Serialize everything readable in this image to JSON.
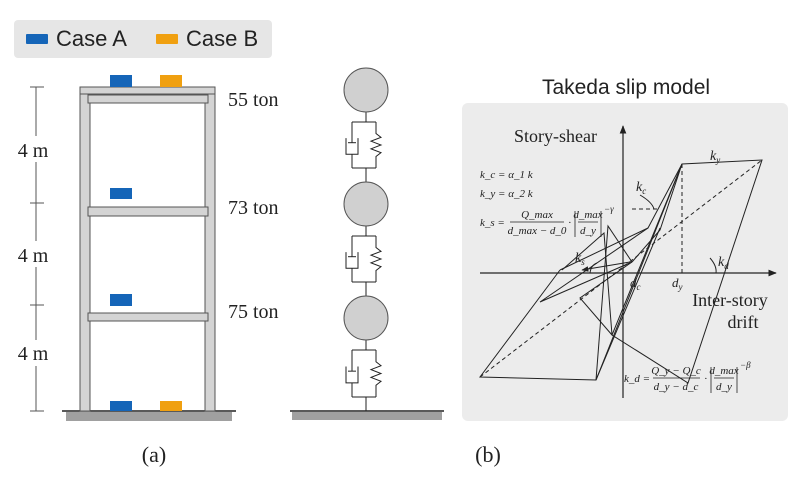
{
  "legend": {
    "items": [
      {
        "label": "Case A",
        "color": "#1565b8"
      },
      {
        "label": "Case B",
        "color": "#f0a010"
      }
    ]
  },
  "frame": {
    "story_heights": [
      "4 m",
      "4 m",
      "4 m"
    ],
    "floor_masses": [
      "55 ton",
      "73 ton",
      "75 ton"
    ],
    "label": "(a)"
  },
  "hysteresis": {
    "title": "Takeda slip model",
    "y_axis_label": "Story-shear",
    "x_axis_label_line1": "Inter-story",
    "x_axis_label_line2": "drift",
    "label": "(b)",
    "stiffness_labels": [
      "k",
      "k",
      "k",
      "k"
    ],
    "stiffness_subscripts": [
      "y",
      "c",
      "s",
      "d"
    ],
    "point_labels": [
      "d",
      "d"
    ],
    "point_subscripts": [
      "c",
      "y"
    ],
    "formula_kc": "k_c = α_1 k",
    "formula_ky": "k_y = α_2 k",
    "formula_ks_lhs": "k_s =",
    "formula_ks_num": "Q_max",
    "formula_ks_den": "d_max − d_0",
    "formula_ks_dot": "·",
    "formula_ks_frac_num": "d_max",
    "formula_ks_frac_den": "d_y",
    "formula_ks_exp": "−γ",
    "formula_kd_lhs": "k_d =",
    "formula_kd_num": "Q_y − Q_c",
    "formula_kd_den": "d_y − d_c",
    "formula_kd_dot": "·",
    "formula_kd_frac_num": "d_max",
    "formula_kd_frac_den": "d_y",
    "formula_kd_exp": "−β"
  },
  "colors": {
    "case_a": "#1565b8",
    "case_b": "#f0a010",
    "panel_bg": "#ececec",
    "frame_fill": "#d4d4d4",
    "mass_fill": "#d0d0d0"
  }
}
